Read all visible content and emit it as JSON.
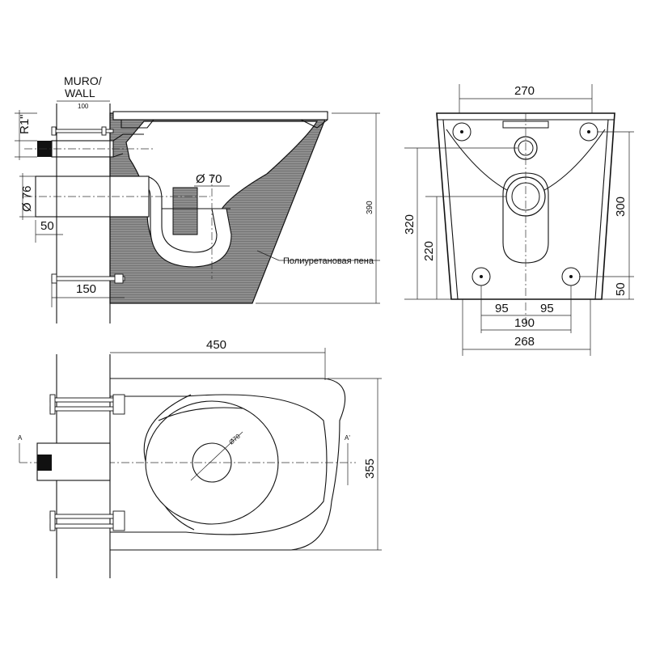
{
  "wall_label_top": "MURO/",
  "wall_label_bottom": "WALL",
  "side_view": {
    "wall_thickness": "100",
    "pipe_thread": "R1\"",
    "outlet_diameter": "Ø 76",
    "outlet_offset": "50",
    "bolt_length": "150",
    "trap_diameter": "Ø 70",
    "height": "390",
    "foam_note": "Полиуретановая пена"
  },
  "rear_view": {
    "top_width": "270",
    "mount_height": "300",
    "overall_height": "320",
    "outlet_height": "220",
    "bottom_offset": "50",
    "bolt_half_left": "95",
    "bolt_half_right": "95",
    "bolt_spacing": "190",
    "bottom_width": "268"
  },
  "top_view": {
    "length": "450",
    "width": "355",
    "outlet_diameter": "Ø70",
    "section_start": "A",
    "section_end": "A'"
  }
}
